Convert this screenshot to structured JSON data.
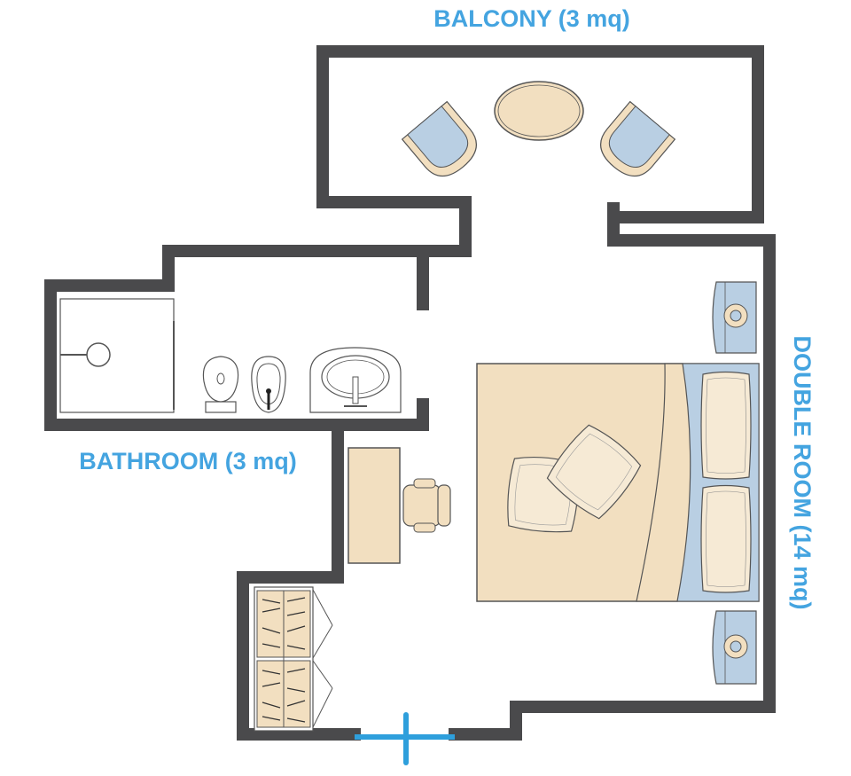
{
  "rooms": {
    "balcony": "BALCONY (3 mq)",
    "bathroom": "BATHROOM (3 mq)",
    "double_room": "DOUBLE ROOM (14 mq)"
  },
  "colors": {
    "wall": "#4a4a4c",
    "label": "#44a4e0",
    "wood": "#f2dfc0",
    "upholstery": "#b9cfe3",
    "door": "#2e9fdc"
  },
  "icons": [
    "armchair-icon",
    "table-icon",
    "shower-icon",
    "toilet-icon",
    "bidet-icon",
    "sink-icon",
    "desk-icon",
    "chair-icon",
    "bed-icon",
    "pillow-icon",
    "nightstand-icon",
    "wardrobe-icon",
    "door-icon"
  ]
}
